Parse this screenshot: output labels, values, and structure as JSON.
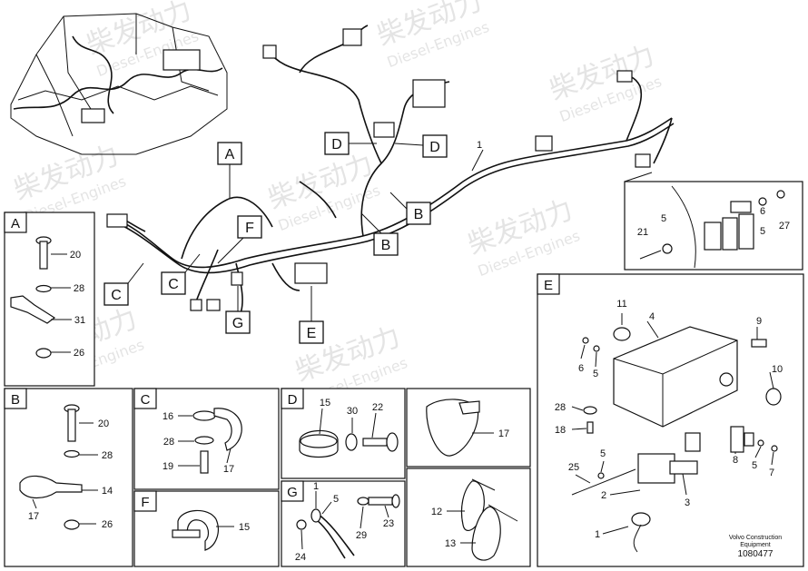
{
  "watermark": {
    "brand": "柴发动力",
    "sub": "Diesel-Engines"
  },
  "main": {
    "callouts": [
      "A",
      "B",
      "B",
      "C",
      "C",
      "D",
      "D",
      "E",
      "F",
      "G"
    ],
    "part_1": "1"
  },
  "detail_view_top": {
    "labels": [
      "21",
      "5",
      "5",
      "27",
      "6"
    ]
  },
  "panel_a": {
    "title": "A",
    "labels": [
      "20",
      "28",
      "31",
      "26"
    ]
  },
  "panel_b": {
    "title": "B",
    "labels": [
      "20",
      "28",
      "14",
      "17",
      "26"
    ]
  },
  "panel_c": {
    "title": "C",
    "labels": [
      "16",
      "28",
      "19",
      "17"
    ]
  },
  "panel_d": {
    "title": "D",
    "labels": [
      "15",
      "30",
      "22"
    ]
  },
  "panel_strap": {
    "labels": [
      "17"
    ]
  },
  "panel_e": {
    "title": "E",
    "labels": [
      "11",
      "4",
      "9",
      "6",
      "5",
      "10",
      "28",
      "18",
      "5",
      "7",
      "8",
      "5",
      "25",
      "2",
      "3",
      "1"
    ]
  },
  "panel_f": {
    "title": "F",
    "labels": [
      "15"
    ]
  },
  "panel_g": {
    "title": "G",
    "labels": [
      "1",
      "5",
      "29",
      "23",
      "24"
    ]
  },
  "panel_ties": {
    "labels": [
      "12",
      "13"
    ]
  },
  "footer": {
    "line1": "Volvo Construction",
    "line2": "Equipment",
    "code": "1080477"
  }
}
